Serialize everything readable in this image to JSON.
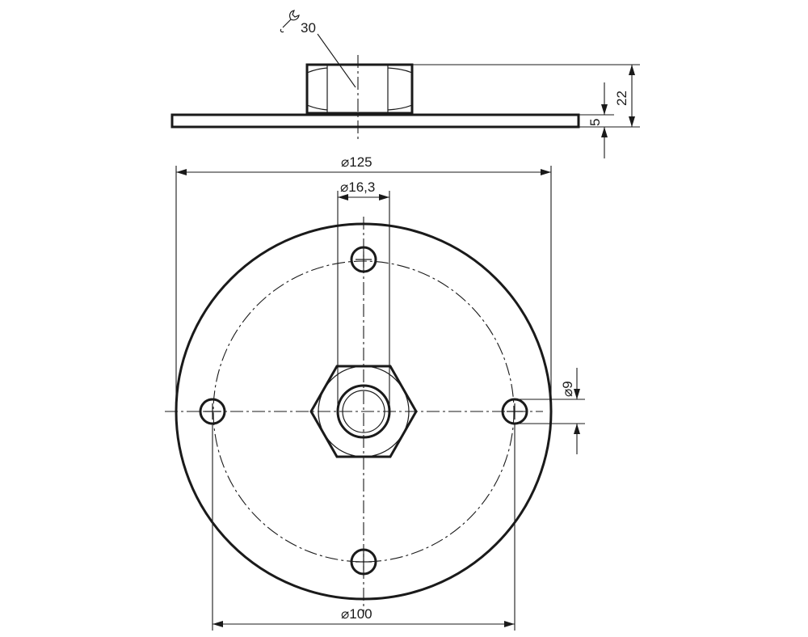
{
  "labels": {
    "wrench_size": "30",
    "height_total": "22",
    "plate_thickness": "5",
    "outer_diameter": "⌀125",
    "thread_diameter": "⌀16,3",
    "hole_diameter": "⌀9",
    "bolt_circle_diameter": "⌀100"
  },
  "icons": {
    "wrench": "wrench-icon"
  }
}
